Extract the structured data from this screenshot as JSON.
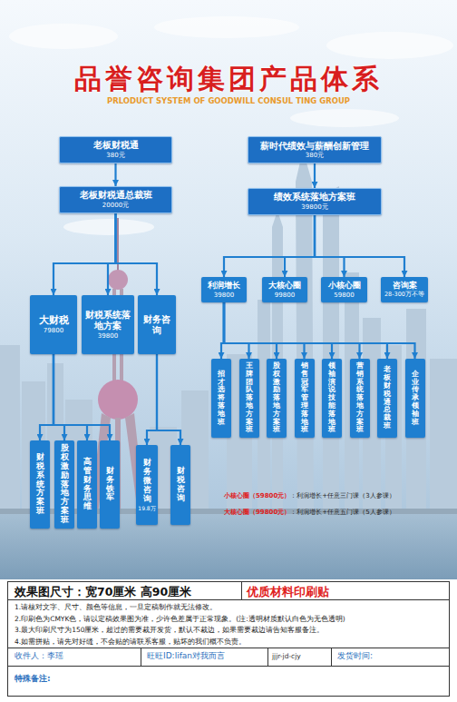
{
  "diagram": {
    "title": "品誉咨询集团产品体系",
    "nodes": [
      {
        "text": [
          "老板财税通",
          "380元"
        ]
      },
      {
        "text": [
          "薪时代绩效与薪酬创新管理",
          "380元"
        ]
      },
      {
        "text": [
          "老板财税通总裁班",
          "20000元"
        ]
      },
      {
        "text": [
          "绩效系统落地方案班",
          "39800元"
        ]
      },
      {
        "text": [
          "大财税",
          "79800"
        ]
      },
      {
        "text": [
          "财税系统落地方案",
          "39800"
        ]
      },
      {
        "text": [
          "财务咨询"
        ]
      },
      {
        "text": [
          "利润增长",
          "39800"
        ]
      },
      {
        "text": [
          "大核心圈",
          "99800"
        ]
      },
      {
        "text": [
          "小核心圈",
          "59800"
        ]
      },
      {
        "text": [
          "咨询案",
          "28-300万不等"
        ]
      },
      {
        "text": [
          "招才选将落地班"
        ]
      },
      {
        "text": [
          "王牌团队落地方案班"
        ]
      },
      {
        "text": [
          "股权激励落地方案班"
        ]
      },
      {
        "text": [
          "销售冠军管理落地班"
        ]
      },
      {
        "text": [
          "领袖演说技能落地班"
        ]
      },
      {
        "text": [
          "营销系统落地方案班"
        ]
      },
      {
        "text": [
          "老板财税通总裁班"
        ]
      },
      {
        "text": [
          "企业传承领袖班"
        ]
      },
      {
        "text": [
          "财税系统方案班"
        ]
      },
      {
        "text": [
          "股权激励落地方案班"
        ]
      },
      {
        "text": [
          "高管财务思维"
        ]
      },
      {
        "text": [
          "财务铁军"
        ]
      },
      {
        "text": [
          "财务微咨询",
          "19.8万"
        ]
      },
      {
        "text": [
          "财税咨询"
        ]
      }
    ],
    "edges": [
      {
        "from": 0,
        "to": 2,
        "arrow": "to"
      },
      {
        "from": 2,
        "to": 4,
        "arrow": "to"
      },
      {
        "from": 2,
        "to": 5,
        "arrow": "to"
      },
      {
        "from": 2,
        "to": 6,
        "arrow": "to"
      },
      {
        "from": 1,
        "to": 3,
        "arrow": "to"
      },
      {
        "from": 3,
        "to": 7,
        "arrow": "to"
      },
      {
        "from": 3,
        "to": 8,
        "arrow": "to"
      },
      {
        "from": 3,
        "to": 9,
        "arrow": "to"
      },
      {
        "from": 3,
        "to": 10,
        "arrow": "to"
      },
      {
        "from": 7,
        "to": 11,
        "arrow": "to"
      },
      {
        "from": 7,
        "to": 12,
        "arrow": "to"
      },
      {
        "from": 7,
        "to": 13,
        "arrow": "to"
      },
      {
        "from": 7,
        "to": 14,
        "arrow": "to"
      },
      {
        "from": 7,
        "to": 15,
        "arrow": "to"
      },
      {
        "from": 7,
        "to": 16,
        "arrow": "to"
      },
      {
        "from": 7,
        "to": 17,
        "arrow": "to"
      },
      {
        "from": 7,
        "to": 18,
        "arrow": "to"
      },
      {
        "from": 4,
        "to": 19,
        "arrow": "to"
      },
      {
        "from": 4,
        "to": 20,
        "arrow": "to"
      },
      {
        "from": 4,
        "to": 21,
        "arrow": "to"
      },
      {
        "from": 4,
        "to": 22,
        "arrow": "to"
      },
      {
        "from": 6,
        "to": 23,
        "arrow": "to"
      },
      {
        "from": 6,
        "to": 24,
        "arrow": "to"
      }
    ],
    "labels": [
      "PRLODUCT SYSTEM OF GOODWILL CONSUL TING GROUP",
      "小核心圈（59800元）",
      "：利润增长+任意三门课（3人参课）",
      "大核心圈（99800元）",
      "：利润增长+任意五门课（5人参课）",
      "效果图尺寸：宽70厘米 高90厘米",
      "优质材料印刷贴",
      "1.请核对文字、尺寸、颜色等信息，一旦定稿制作就无法修改。",
      "2.印刷色为CMYK色，请以定稿效果图为准，少许色差属于正常现象。(注:透明材质默认白色为无色透明)",
      "3.最大印刷尺寸为150厘米，超过的需要裁开发货，默认不裁边，如果需要裁边请告知客服备注。",
      "4.如需拼贴，请先对好缝，不会贴的请联系客服，贴坏的我们概不负责。",
      "收件人：",
      "李瑶",
      "旺旺ID:",
      "lifan对我而言",
      "jjjr-jd-cjy",
      "发货时间:",
      "特殊备注:"
    ]
  }
}
